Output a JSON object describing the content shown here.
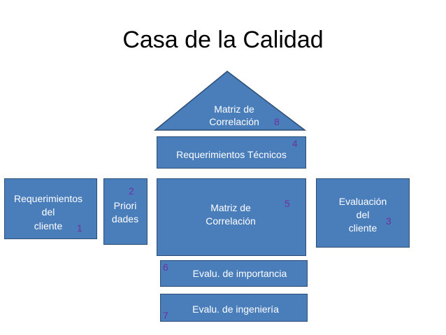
{
  "title": "Casa de la Calidad",
  "colors": {
    "box_fill": "#4a7ebb",
    "box_border": "#2c4d75",
    "number": "#7030a0",
    "text": "#ffffff"
  },
  "blocks": {
    "roof": {
      "line1": "Matriz de",
      "line2": "Correlación",
      "number": "8"
    },
    "tech": {
      "label": "Requerimientos Técnicos",
      "number": "4"
    },
    "customer": {
      "line1": "Requerimientos",
      "line2": "del",
      "line3": "cliente",
      "number": "1"
    },
    "priorities": {
      "number": "2",
      "line1": "Priori",
      "line2": "dades"
    },
    "matrix": {
      "line1": "Matriz de",
      "line2": "Correlación",
      "number": "5"
    },
    "evaluation": {
      "line1": "Evaluación",
      "line2": "del",
      "line3": "cliente",
      "number": "3"
    },
    "importance": {
      "label": "Evalu. de importancia",
      "number": "6"
    },
    "engineering": {
      "label": "Evalu. de ingeniería",
      "number": "7"
    }
  }
}
